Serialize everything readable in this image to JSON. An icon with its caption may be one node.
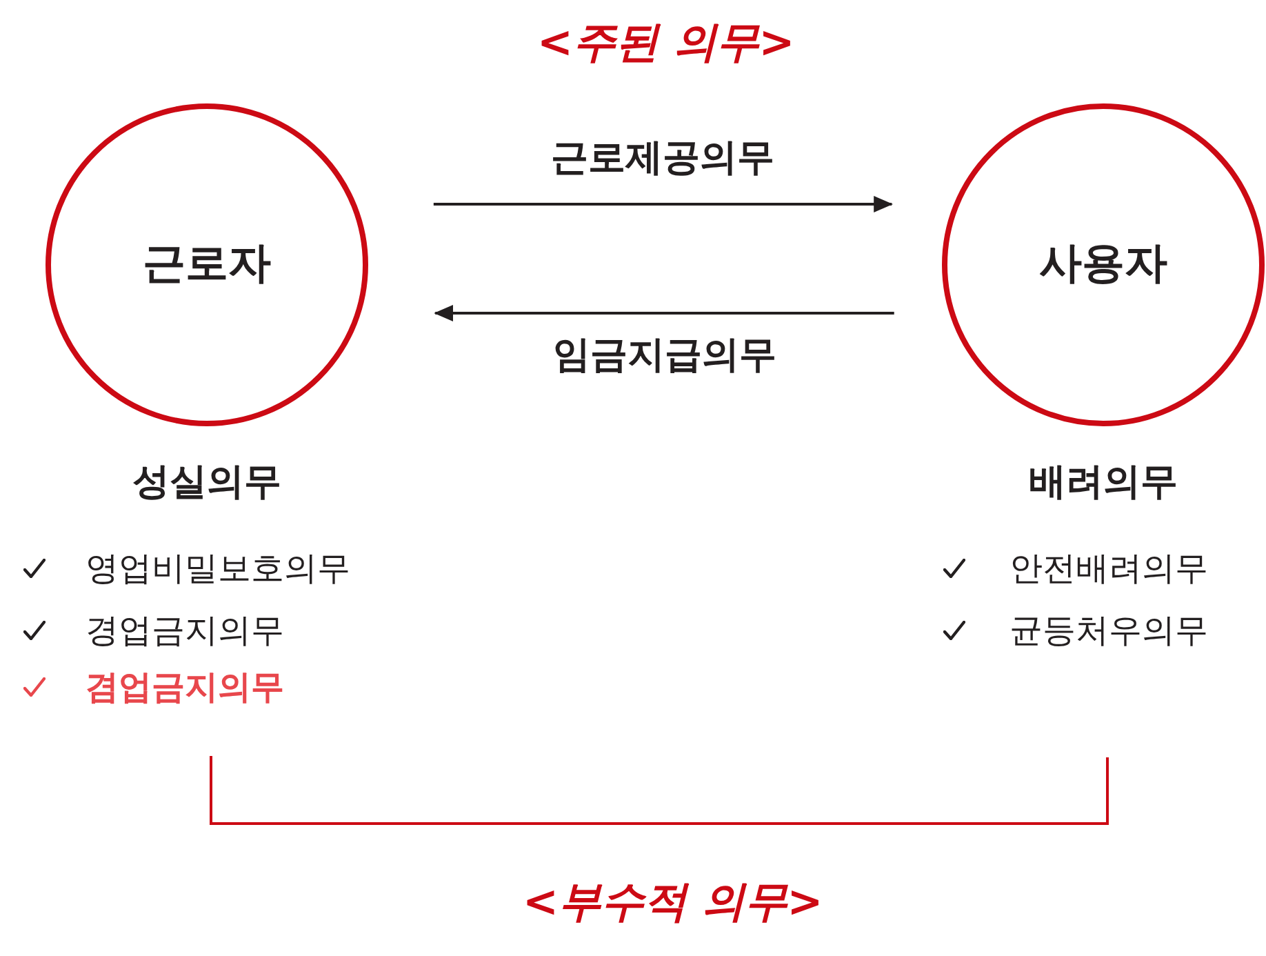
{
  "diagram": {
    "title": "<주된 의무>",
    "caption": "<부수적 의무>",
    "nodes": [
      {
        "text": [
          "근로자"
        ]
      },
      {
        "text": [
          "사용자"
        ]
      }
    ],
    "edges": [
      {
        "from": 0,
        "to": 1,
        "arrow": "to",
        "label": "근로제공의무"
      },
      {
        "from": 1,
        "to": 0,
        "arrow": "to",
        "label": "임금지급의무"
      }
    ],
    "labels": [
      "성실의무",
      "영업비밀보호의무",
      "경업금지의무",
      "겸업금지의무",
      "배려의무",
      "안전배려의무",
      "균등처우의무"
    ]
  }
}
